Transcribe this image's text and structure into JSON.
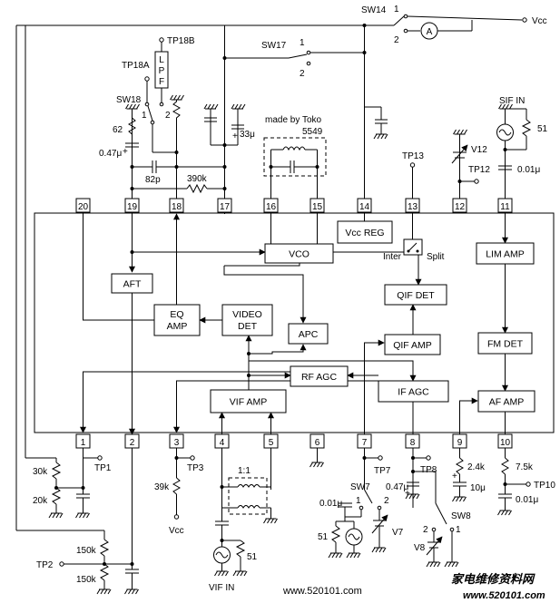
{
  "blocks": {
    "vcc_reg": "Vcc REG",
    "vco": "VCO",
    "aft": "AFT",
    "eq_amp_1": "EQ",
    "eq_amp_2": "AMP",
    "video_det_1": "VIDEO",
    "video_det_2": "DET",
    "apc": "APC",
    "qif_det": "QIF DET",
    "qif_amp": "QIF AMP",
    "rf_agc": "RF AGC",
    "if_agc": "IF AGC",
    "vif_amp": "VIF AMP",
    "lim_amp": "LIM AMP",
    "fm_det": "FM DET",
    "af_amp": "AF AMP",
    "lpf_1": "L",
    "lpf_2": "P",
    "lpf_3": "F"
  },
  "switch_labels": {
    "inter": "Inter",
    "split": "Split"
  },
  "pins_top": [
    "20",
    "19",
    "18",
    "17",
    "16",
    "15",
    "14",
    "13",
    "12",
    "11"
  ],
  "pins_bottom": [
    "1",
    "2",
    "3",
    "4",
    "5",
    "6",
    "7",
    "8",
    "9",
    "10"
  ],
  "labels": {
    "sw14": "SW14",
    "sw14_1": "1",
    "sw14_2": "2",
    "ammeter": "A",
    "vcc_top": "Vcc",
    "sw17": "SW17",
    "sw17_1": "1",
    "sw17_2": "2",
    "tp18b": "TP18B",
    "tp18a": "TP18A",
    "sw18": "SW18",
    "sw18_1": "1",
    "sw18_2": "2",
    "r62": "62",
    "c047_top": "0.47μ",
    "c82p": "82p",
    "r390k": "390k",
    "c33u": "33μ",
    "made_by": "made by Toko",
    "part_no": "5549",
    "tp13": "TP13",
    "v12": "V12",
    "tp12": "TP12",
    "sif_in": "SIF IN",
    "r51_sif": "51",
    "c001_sif": "0.01μ",
    "r30k": "30k",
    "r20k": "20k",
    "tp1": "TP1",
    "r39k": "39k",
    "tp3": "TP3",
    "vcc_pin3": "Vcc",
    "ratio": "1:1",
    "r51_vif": "51",
    "vif_in": "VIF IN",
    "tp7": "TP7",
    "sw7": "SW7",
    "sw7_1": "1",
    "sw7_2": "2",
    "c001_pin7": "0.01μ",
    "r51_pin7": "51",
    "v7": "V7",
    "tp8": "TP8",
    "c047_pin8": "0.47μ",
    "sw8": "SW8",
    "sw8_1": "1",
    "sw8_2": "2",
    "v8": "V8",
    "r24k": "2.4k",
    "c10u": "10μ",
    "r75k": "7.5k",
    "tp10": "TP10",
    "c001_pin10": "0.01μ",
    "r150k_a": "150k",
    "r150k_b": "150k",
    "tp2": "TP2"
  },
  "watermark": {
    "url": "www.520101.com",
    "cn_1": "家电维修资料网",
    "cn_2": "www.520101.com"
  }
}
